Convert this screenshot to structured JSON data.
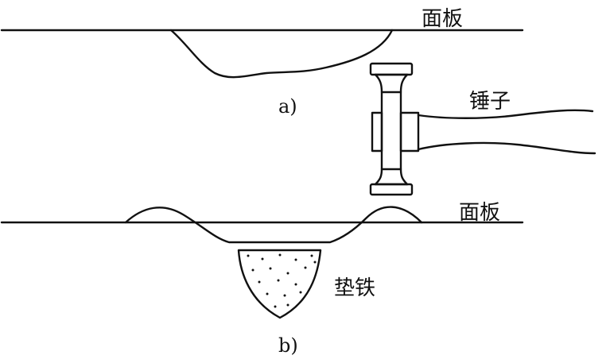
{
  "labels": {
    "panel_top": "面板",
    "hammer": "锤子",
    "figure_a": "a)",
    "panel_bottom": "面板",
    "pad_iron": "垫铁",
    "figure_b": "b)"
  },
  "colors": {
    "line": "#111111",
    "background": "#ffffff"
  }
}
